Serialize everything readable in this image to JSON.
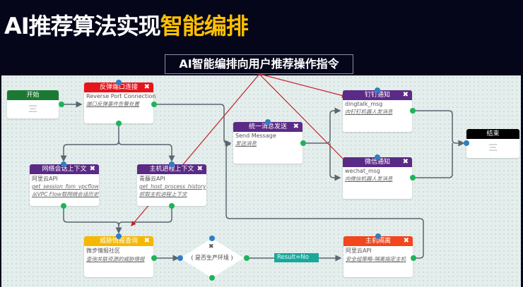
{
  "title": {
    "part1": "AI推荐算法实现",
    "part2": "智能编排"
  },
  "callout": "AI智能编排向用户推荐操作指令",
  "colors": {
    "green": "#1a7a34",
    "red": "#e8141b",
    "purple": "#5b2a86",
    "yellow": "#f5b800",
    "orange": "#f2461c",
    "black": "#000000",
    "annotation": "#c8202a"
  },
  "nodes": {
    "start": {
      "title": "开始"
    },
    "reverse": {
      "title": "反弹端口连接",
      "l1": "Reverse Port Connection",
      "l2": "端口反弹事件告警处置"
    },
    "netctx": {
      "title": "网络会话上下文",
      "l1": "阿里云API",
      "l2": "get_session_fom_vpcflow",
      "l3": "从VPC Flow取网络会话历史"
    },
    "hostctx": {
      "title": "主机进程上下文",
      "l1": "青藤云API",
      "l2": "get_host_process_history",
      "l3": "抓取主机进程上下文"
    },
    "send": {
      "title": "统一消息发送",
      "l1": "Send Message",
      "l2": "发送消息"
    },
    "dingtalk": {
      "title": "钉钉通知",
      "l1": "dingtalk_msg",
      "l2": "向钉钉机器人发消息"
    },
    "wechat": {
      "title": "微信通知",
      "l1": "wechat_msg",
      "l2": "向微信机器人发消息"
    },
    "end": {
      "title": "结束"
    },
    "threat": {
      "title": "威胁情报查询",
      "l1": "微步情报社区",
      "l2": "查询关联资源的威胁情报"
    },
    "isolate": {
      "title": "主机隔离",
      "l1": "阿里云API",
      "l2": "安全组策略-隔离指定主机"
    }
  },
  "condition": {
    "label": "( 是否生产环境 )",
    "close": "✖"
  },
  "edge_label": "Result=No",
  "close_icon": "✖"
}
